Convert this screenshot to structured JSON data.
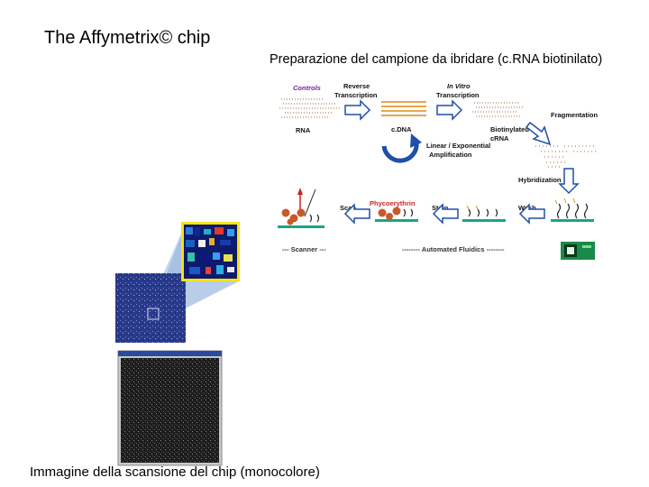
{
  "title": "The Affymetrix© chip",
  "subtitle": "Preparazione del campione da ibridare (c.RNA biotinilato)",
  "caption": "Immagine della scansione del chip (monocolore)",
  "diagram": {
    "labels": {
      "controls": "Controls",
      "reverse_transcription_1": "Reverse",
      "reverse_transcription_2": "Transcription",
      "in_vitro_1": "In Vitro",
      "in_vitro_2": "Transcription",
      "rna": "RNA",
      "cdna": "c.DNA",
      "fragmentation": "Fragmentation",
      "biotinylated_1": "Biotinylated",
      "biotinylated_2": "cRNA",
      "amplification_1": "Linear / Exponential",
      "amplification_2": "Amplification",
      "hybridization": "Hybridization",
      "scan": "Scan",
      "phycoerythrin": "Phycoerythrin",
      "stain": "Stain",
      "wash": "Wash",
      "scanner": "--- Scanner ---",
      "automated_fluidics": "-------- Automated Fluidics --------"
    },
    "colors": {
      "arrow_blue": "#1f4fa8",
      "arrow_fill": "#ffffff",
      "controls_text": "#7a1fa0",
      "phycoerythrin_text": "#d02020",
      "cdna_lines": "#e8a64a",
      "probe_bar": "#1aa58a",
      "dots": "#c85a2a",
      "fluidics_box": "#1a8a4a",
      "zoom_frame": "#f2e31a"
    }
  }
}
